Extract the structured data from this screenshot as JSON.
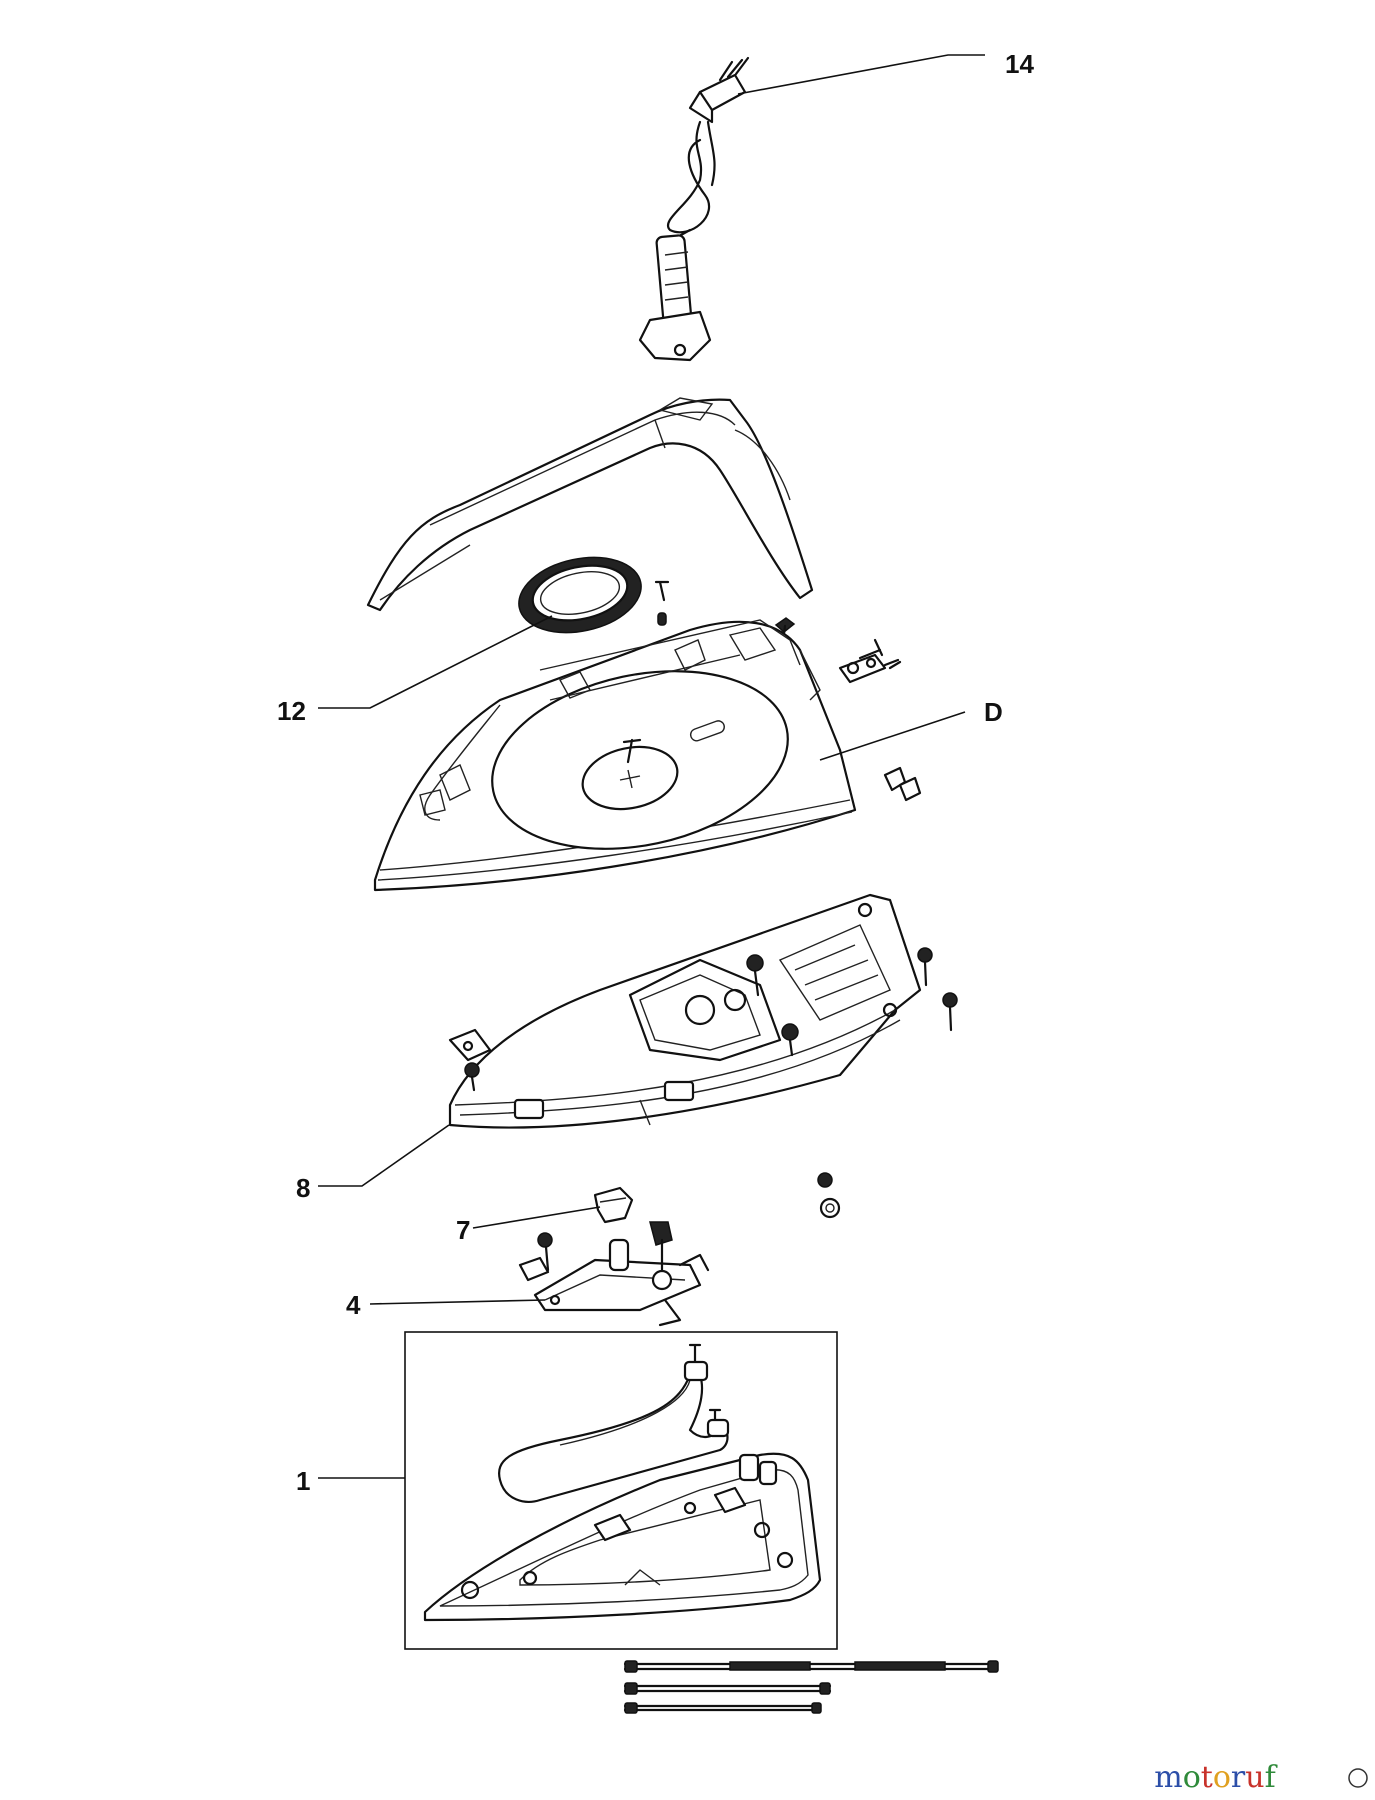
{
  "callouts": {
    "c14": "14",
    "cD": "D",
    "c12": "12",
    "c8": "8",
    "c7": "7",
    "c4": "4",
    "c1": "1"
  },
  "watermark": {
    "text": "motoruf",
    "colors": [
      "#2c4ea8",
      "#2f8a3a",
      "#c8322a",
      "#e0a020",
      "#2c4ea8",
      "#c8322a",
      "#2f8a3a"
    ]
  }
}
